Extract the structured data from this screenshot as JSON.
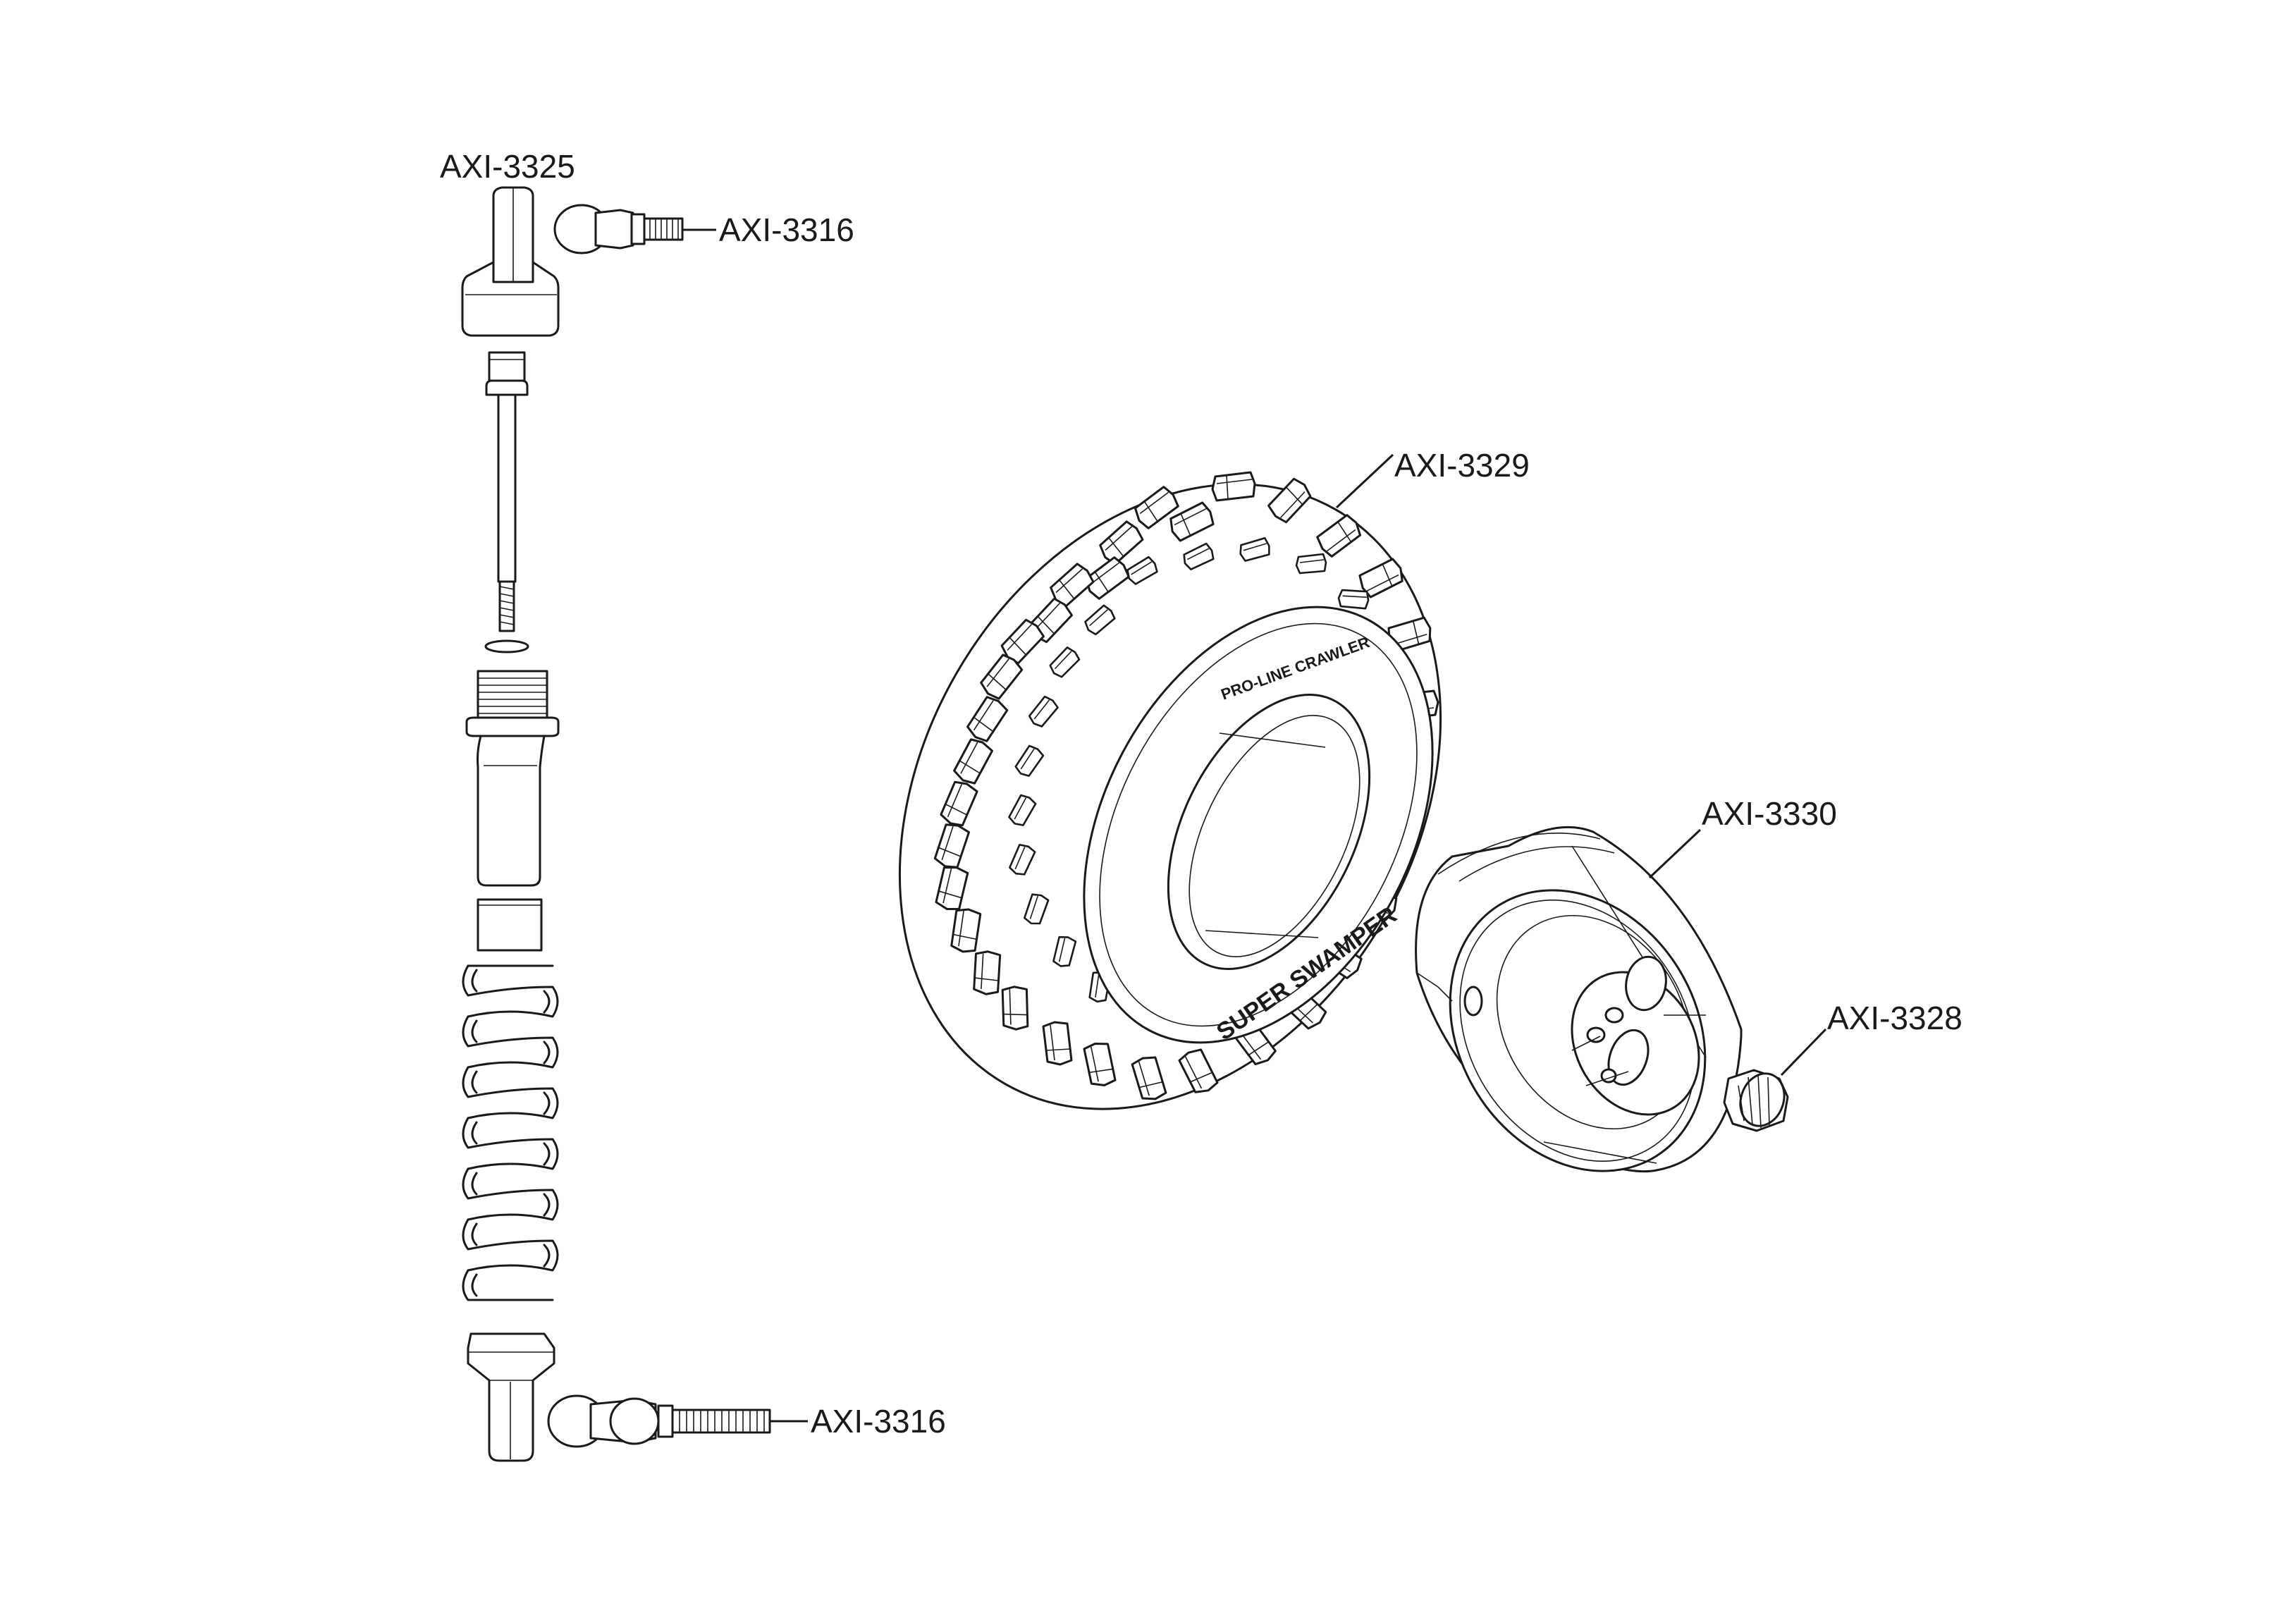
{
  "parts": {
    "shock_end_top": "AXI-3325",
    "ball_stud_top": "AXI-3316",
    "tire": "AXI-3329",
    "wheel": "AXI-3330",
    "hex_hub": "AXI-3328",
    "ball_stud_bottom": "AXI-3316"
  },
  "tire_sidewall_text": {
    "brand": "PRO-LINE CRAWLER",
    "model": "SUPER SWAMPER"
  }
}
